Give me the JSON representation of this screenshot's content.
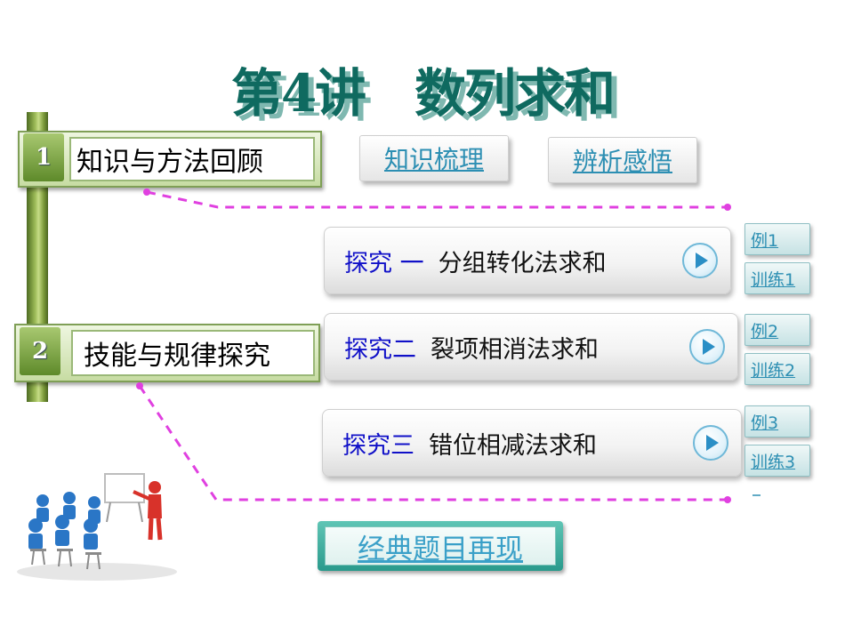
{
  "title": "第4讲　数列求和",
  "sections": [
    {
      "number": "1",
      "label": "知识与方法回顾"
    },
    {
      "number": "2",
      "label": "技能与规律探究"
    }
  ],
  "top_tabs": [
    "知识梳理",
    "辨析感悟"
  ],
  "explores": [
    {
      "prefix": "探究 一",
      "text": "分组转化法求和"
    },
    {
      "prefix": "探究二",
      "text": "裂项相消法求和"
    },
    {
      "prefix": "探究三",
      "text": "错位相减法求和"
    }
  ],
  "side_buttons": [
    {
      "example": "例1",
      "training": "训练1"
    },
    {
      "example": "例2",
      "training": "训练2"
    },
    {
      "example": "例3",
      "training": "训练3"
    }
  ],
  "bottom_button": "经典题目再现",
  "colors": {
    "title": "#0f6a60",
    "connector": "#e040e0",
    "link": "#2d8fb3",
    "explore_prefix": "#1010c8"
  }
}
